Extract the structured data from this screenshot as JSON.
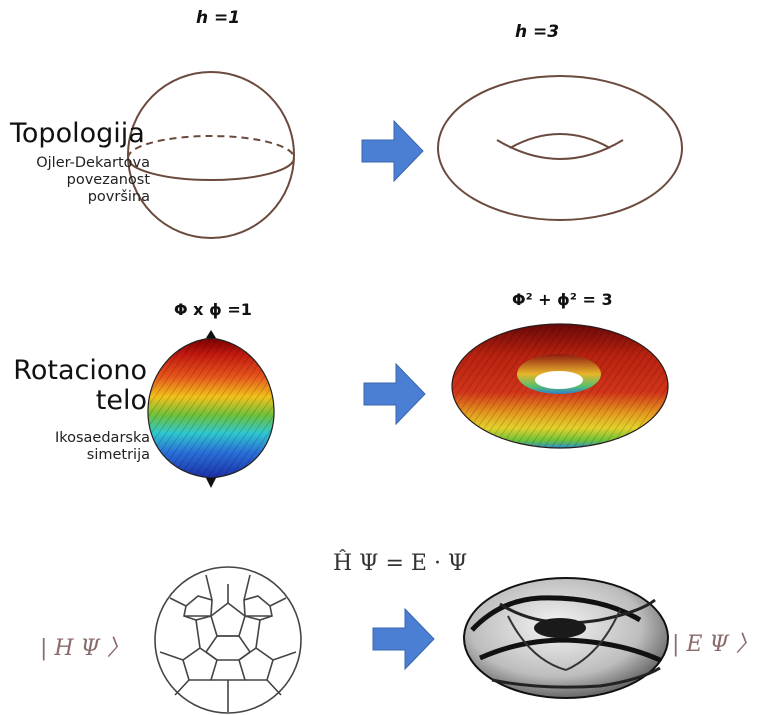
{
  "rows": [
    {
      "title": "Topologija",
      "subtitle_lines": [
        "Ojler-Dekartova",
        "povezanost",
        "površina"
      ],
      "left_label": "h =1",
      "right_label": "h =3"
    },
    {
      "title_lines": [
        "Rotaciono",
        "telo"
      ],
      "subtitle_lines": [
        "Ikosaedarska",
        "simetrija"
      ],
      "left_label": "Φ x ϕ =1",
      "right_label": "Φ² + ϕ² = 3"
    },
    {
      "equation": "Ĥ Ψ = E · Ψ",
      "left_ket": "| H Ψ 〉",
      "right_ket": "| E Ψ 〉"
    }
  ],
  "colors": {
    "arrow": "#4a7fd3",
    "outline": "#6b4a3e",
    "ket": "#8a6a6a"
  }
}
